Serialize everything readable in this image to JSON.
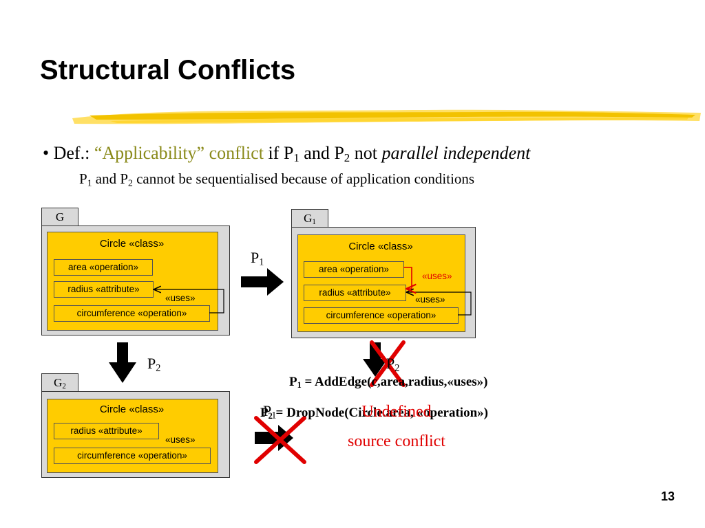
{
  "slide": {
    "title": "Structural Conflicts",
    "page_number": "13"
  },
  "definition": {
    "bullet": "• Def.: ",
    "term": "“Applicability” conflict",
    "if": " if P",
    "sub1": "1",
    "and": " and P",
    "sub2": "2",
    "not": " not ",
    "emph": "parallel independent",
    "line2_p": "P",
    "line2_sub1": "1",
    "line2_and": " and P",
    "line2_sub2": "2",
    "line2_rest": " cannot be sequentialised because of application conditions"
  },
  "graphs": {
    "G": {
      "tab": "G",
      "class_title": "Circle «class»",
      "area": "area «operation»",
      "radius": "radius «attribute»",
      "uses": "«uses»",
      "circumference": "circumference «operation»"
    },
    "G1": {
      "tab": "G",
      "tab_sub": "1",
      "class_title": "Circle «class»",
      "area": "area «operation»",
      "radius": "radius «attribute»",
      "uses_red": "«uses»",
      "uses": "«uses»",
      "circumference": "circumference «operation»"
    },
    "G2": {
      "tab": "G",
      "tab_sub": "2",
      "class_title": "Circle «class»",
      "radius": "radius «attribute»",
      "uses": "«uses»",
      "circumference": "circumference «operation»"
    }
  },
  "arrows": {
    "p1": {
      "label": "P",
      "sub": "1"
    },
    "p2": {
      "label": "P",
      "sub": "2"
    },
    "p2_right": {
      "label": "P",
      "sub": "2"
    },
    "p1_bottom": {
      "label": "P",
      "sub": "1"
    }
  },
  "rules": {
    "rule1_p": "P",
    "rule1_sub": "1",
    "rule1_text": " = AddEdge(c,area,radius,«uses»)",
    "rule2_p": "P",
    "rule2_sub": "2",
    "rule2_text": " = DropNode(Circle.area, «operation»)"
  },
  "conflict_label": {
    "line1": "Undefined",
    "line2": "source conflict"
  },
  "colors": {
    "node_fill": "#ffcc00",
    "graph_fill": "#d9d9d9",
    "red": "#e00000",
    "olive": "#8a8a1a"
  }
}
